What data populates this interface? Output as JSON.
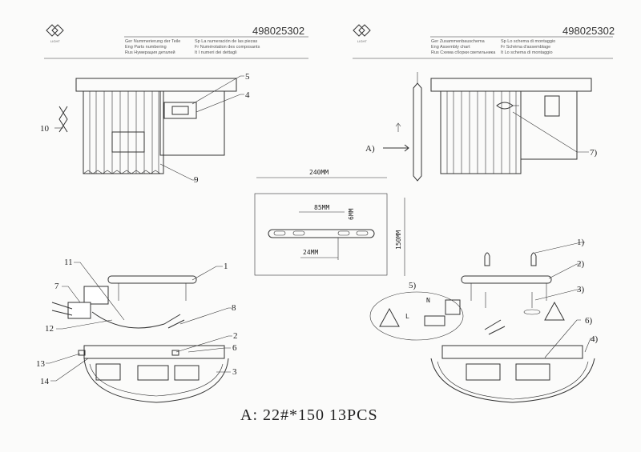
{
  "left_page": {
    "logo_text": "LIGHT",
    "part_number": "498025302",
    "titles": {
      "ger": "Ger  Nummerierung der Teile",
      "eng": "Eng  Parts numbering",
      "rus": "Rus  Нумерация деталей",
      "sp": "Sp  La numeración de las piezas",
      "fr": "Fr  Numérotation des composants",
      "it": "It  I numeri dei dettagli"
    },
    "callouts": [
      "1",
      "2",
      "3",
      "4",
      "5",
      "6",
      "7",
      "8",
      "9",
      "10",
      "11",
      "12",
      "13",
      "14"
    ]
  },
  "right_page": {
    "logo_text": "LIGHT",
    "part_number": "498025302",
    "titles": {
      "ger": "Ger  Zusammenbauschema",
      "eng": "Eng  Assembly chart",
      "rus": "Rus  Схема сборки светильника",
      "sp": "Sp  Lo schema di montaggio",
      "fr": "Fr  Schéma d'assemblage",
      "it": "It  Lo schema di montaggio"
    },
    "callouts": [
      "1)",
      "2)",
      "3)",
      "4)",
      "5)",
      "6)",
      "7)"
    ],
    "arrow_label": "A)",
    "wire_labels": {
      "n": "N",
      "l": "L"
    }
  },
  "bracket_drawing": {
    "width": "240MM",
    "height": "150MM",
    "slot_spacing": "85MM",
    "slot_width": "6MM",
    "slot_length": "24MM"
  },
  "footer_note": "A:  22#*150  13PCS"
}
